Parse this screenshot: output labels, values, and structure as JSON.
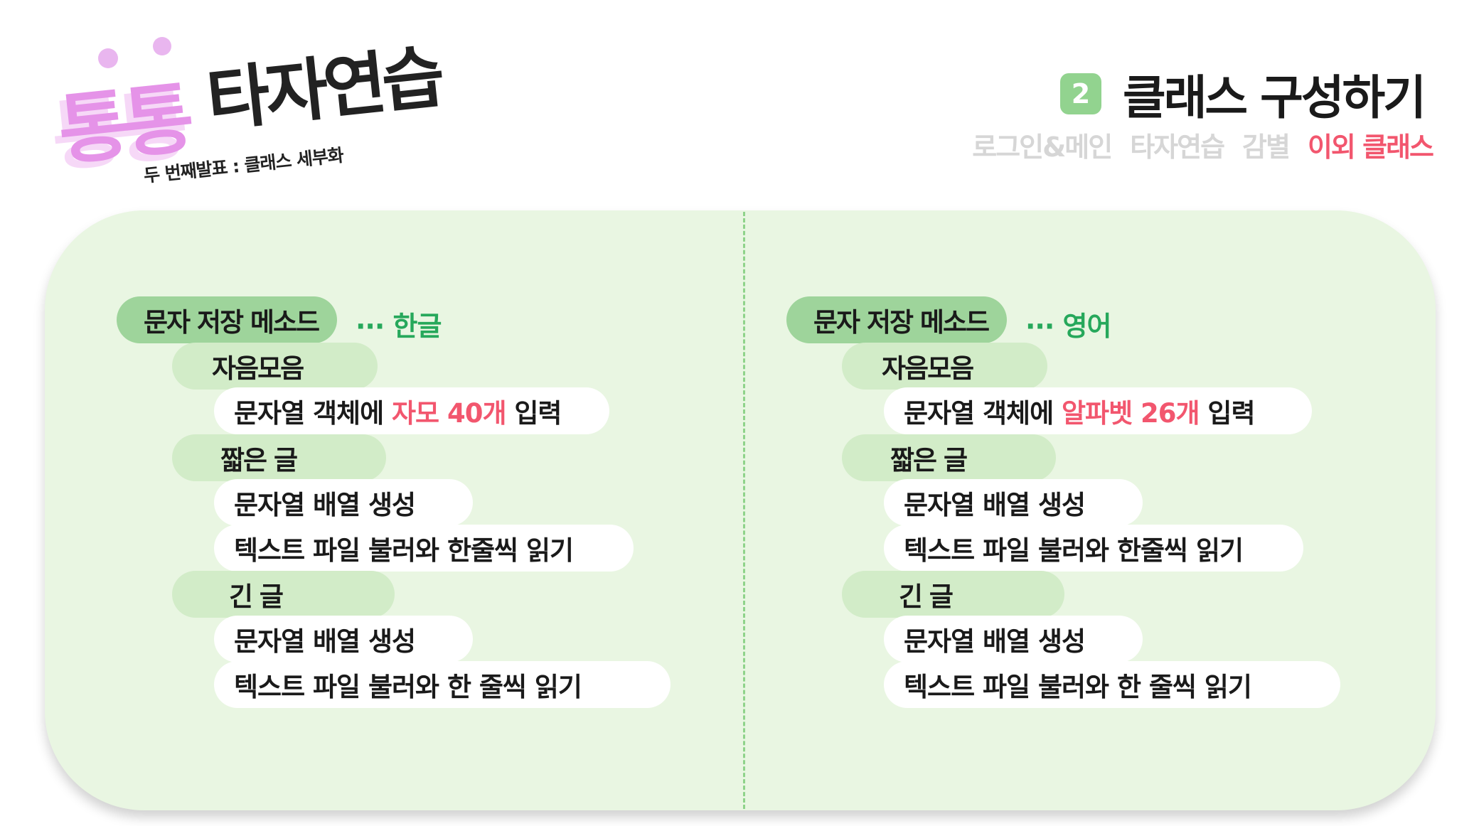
{
  "logo": {
    "title_pink": "통통",
    "title_dark": "타자연습",
    "subtitle": "두 번째발표 : 클래스 세부화"
  },
  "section": {
    "number": "2",
    "title": "클래스 구성하기"
  },
  "nav": {
    "items": [
      {
        "label": "로그인&메인"
      },
      {
        "label": "타자연습"
      },
      {
        "label": "감별"
      },
      {
        "label": "이외 클래스"
      }
    ]
  },
  "colors": {
    "green_accent": "#9ed49b",
    "green_light": "#d2ecc8",
    "panel_bg": "#e9f6e2",
    "pink_accent": "#f2566e",
    "tag_green": "#26a85b",
    "logo_pink": "#e593e8"
  },
  "left": {
    "header": "문자 저장 메소드",
    "tag": "··· 한글",
    "groups": [
      {
        "label": "자음모음",
        "items": [
          {
            "pre": "문자열 객체에 ",
            "accent": "자모 40개",
            "post": " 입력"
          }
        ]
      },
      {
        "label": "짧은 글",
        "items": [
          {
            "pre": "문자열 배열 생성"
          },
          {
            "pre": "텍스트 파일 불러와 한줄씩 읽기"
          }
        ]
      },
      {
        "label": "긴 글",
        "items": [
          {
            "pre": "문자열 배열 생성"
          },
          {
            "pre": "텍스트 파일 불러와 한 줄씩 읽기"
          }
        ]
      }
    ]
  },
  "right": {
    "header": "문자 저장 메소드",
    "tag": "··· 영어",
    "groups": [
      {
        "label": "자음모음",
        "items": [
          {
            "pre": "문자열 객체에 ",
            "accent": "알파벳 26개",
            "post": " 입력"
          }
        ]
      },
      {
        "label": "짧은 글",
        "items": [
          {
            "pre": "문자열 배열 생성"
          },
          {
            "pre": "텍스트 파일 불러와 한줄씩 읽기"
          }
        ]
      },
      {
        "label": "긴 글",
        "items": [
          {
            "pre": "문자열 배열 생성"
          },
          {
            "pre": "텍스트 파일 불러와 한 줄씩 읽기"
          }
        ]
      }
    ]
  }
}
